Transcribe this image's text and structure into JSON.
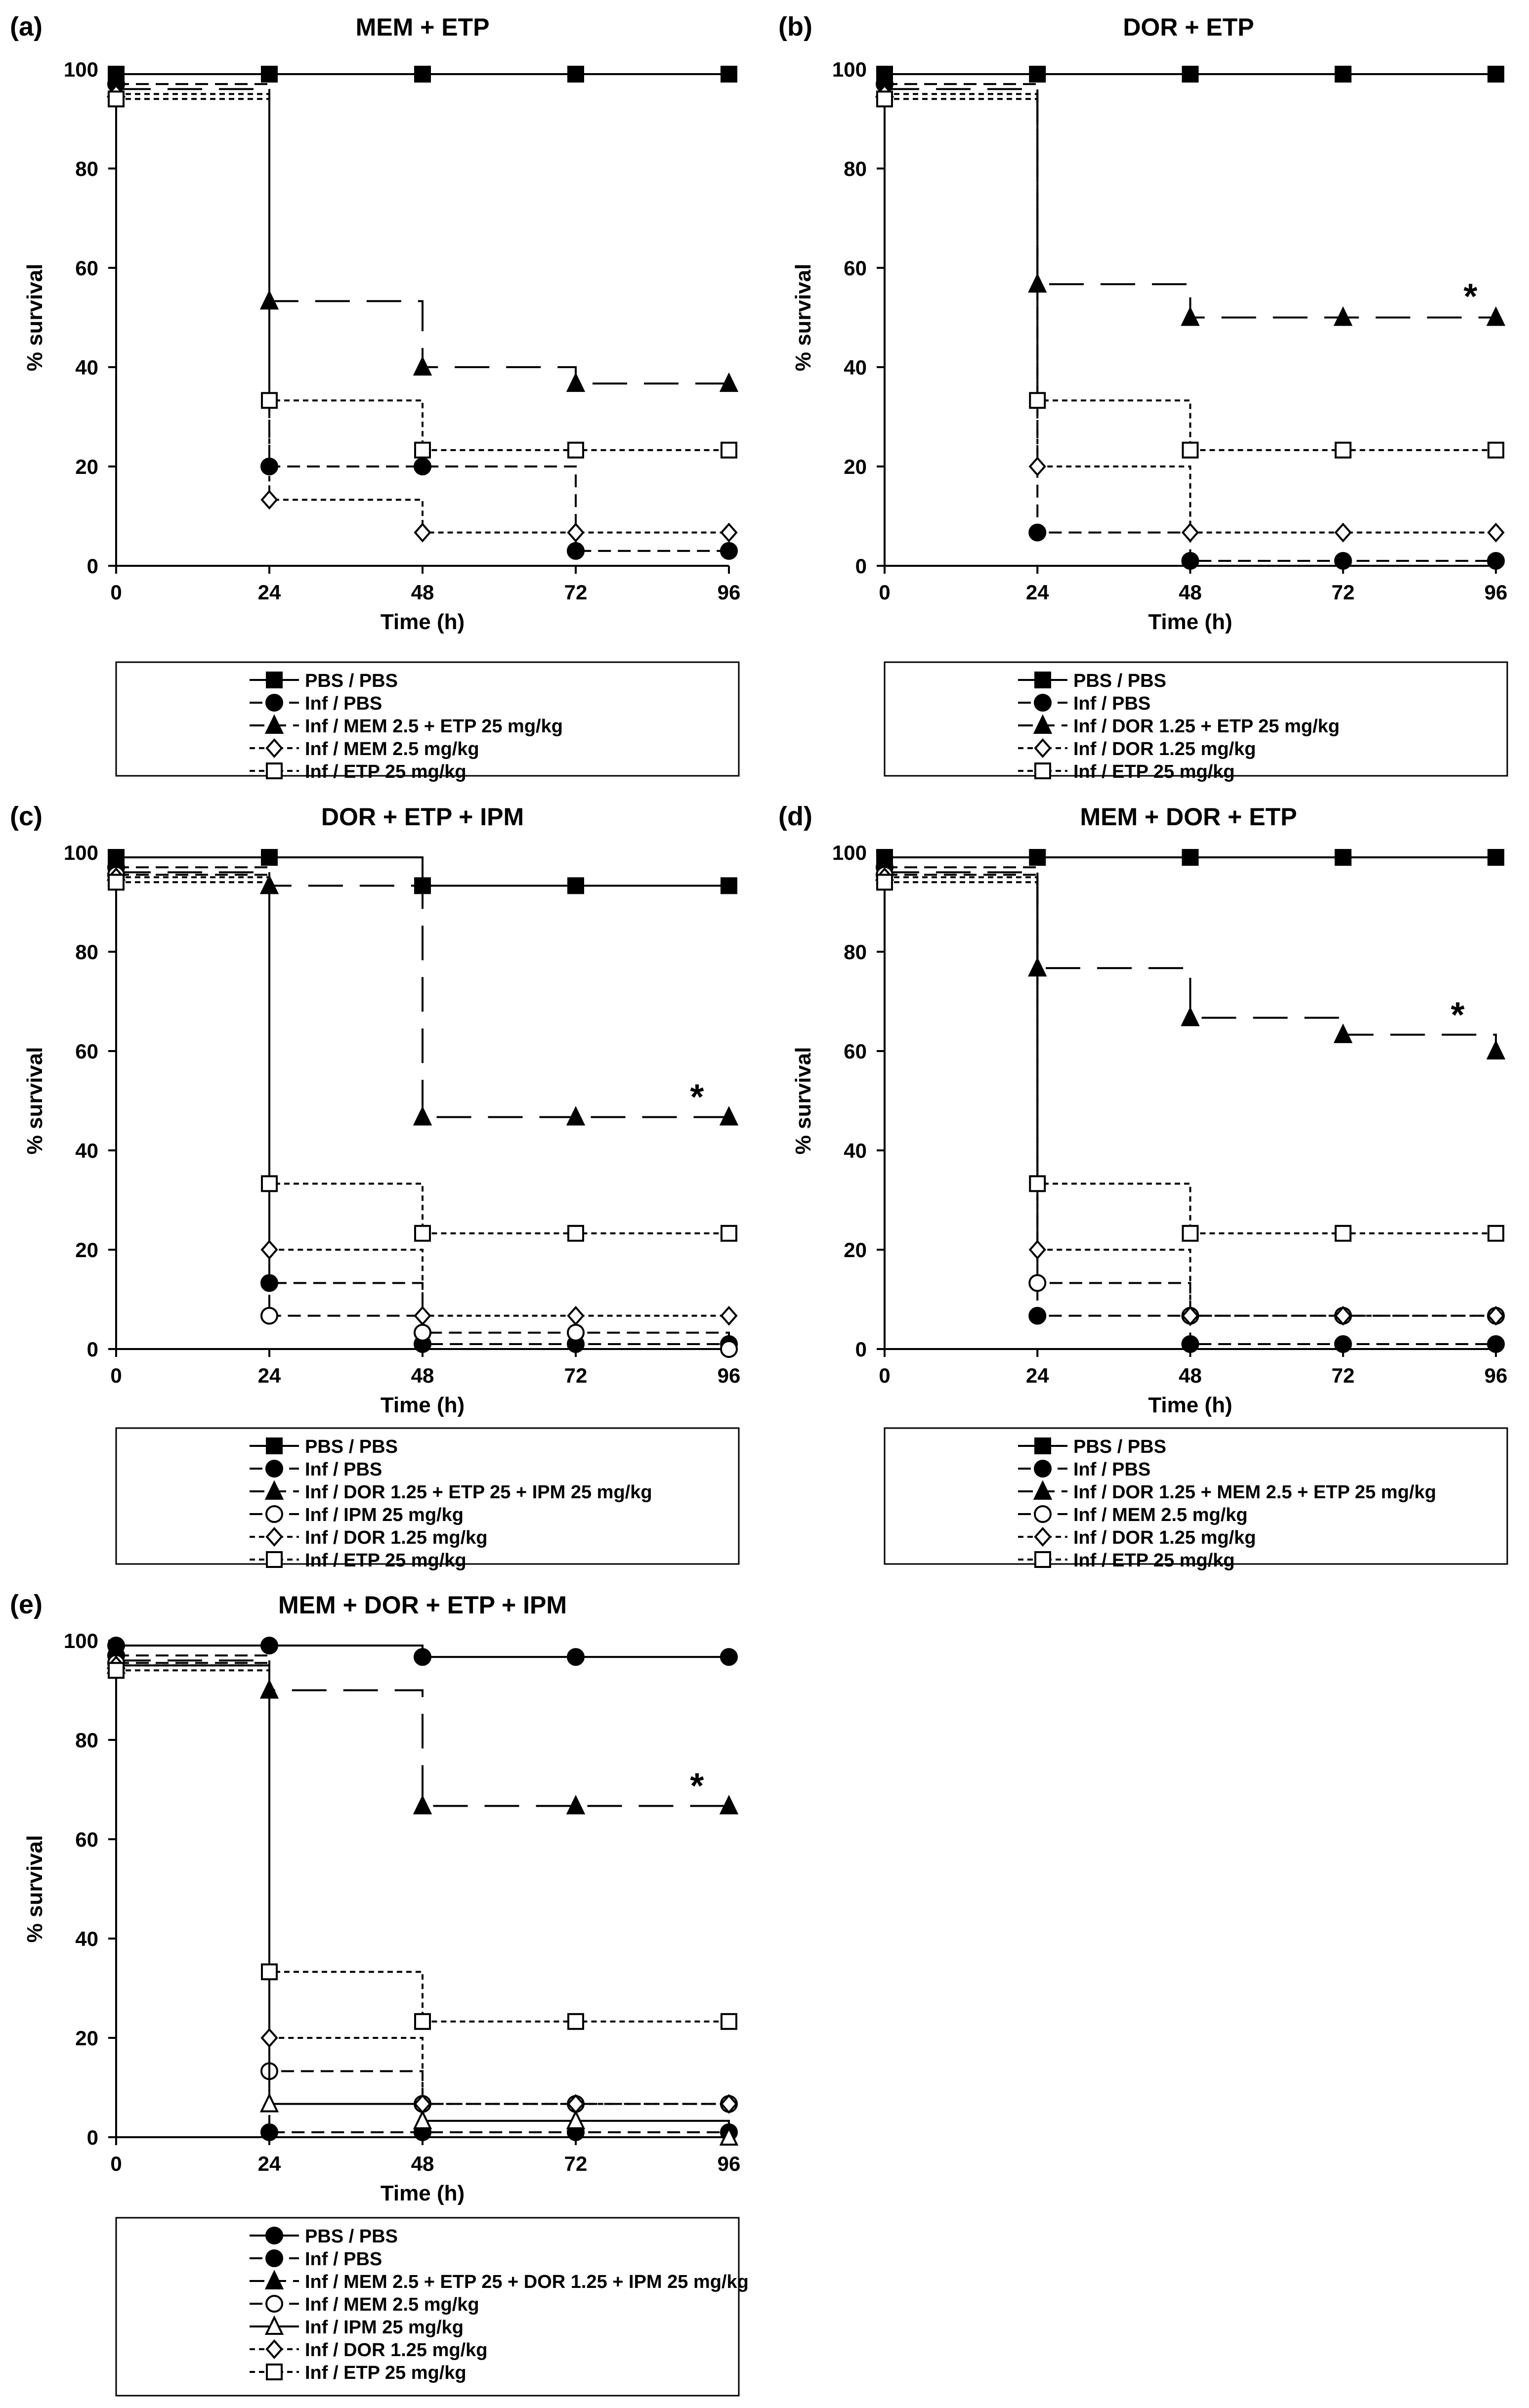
{
  "chart_data": [
    {
      "panel": "(a)",
      "title": "MEM + ETP",
      "type": "line",
      "xlabel": "Time (h)",
      "ylabel": "% survival",
      "xticks": [
        0,
        24,
        48,
        72,
        96
      ],
      "yticks": [
        0,
        20,
        40,
        60,
        80,
        100
      ],
      "xlim": [
        0,
        96
      ],
      "ylim": [
        0,
        100
      ],
      "legend_position": "below",
      "annotations": [],
      "series": [
        {
          "name": "PBS / PBS",
          "marker": "square-filled",
          "dash": "solid",
          "x": [
            0,
            24,
            48,
            72,
            96
          ],
          "y": [
            99,
            99,
            99,
            99,
            99
          ]
        },
        {
          "name": "Inf / PBS",
          "marker": "circle-filled",
          "dash": "dash",
          "x": [
            0,
            24,
            48,
            72,
            96
          ],
          "y": [
            97,
            20,
            20,
            3,
            3
          ]
        },
        {
          "name": "Inf / MEM 2.5 + ETP 25 mg/kg",
          "marker": "triangle-filled",
          "dash": "longdash",
          "x": [
            0,
            24,
            48,
            72,
            96
          ],
          "y": [
            96,
            53.3,
            40,
            36.7,
            36.7
          ]
        },
        {
          "name": "Inf / MEM 2.5 mg/kg",
          "marker": "diamond-open",
          "dash": "dot",
          "x": [
            0,
            24,
            48,
            72,
            96
          ],
          "y": [
            95,
            13.3,
            6.7,
            6.7,
            6.7
          ]
        },
        {
          "name": "Inf / ETP 25 mg/kg",
          "marker": "square-open",
          "dash": "dot",
          "x": [
            0,
            24,
            48,
            72,
            96
          ],
          "y": [
            94,
            33.3,
            23.3,
            23.3,
            23.3
          ]
        }
      ]
    },
    {
      "panel": "(b)",
      "title": "DOR + ETP",
      "type": "line",
      "xlabel": "Time (h)",
      "ylabel": "% survival",
      "xticks": [
        0,
        24,
        48,
        72,
        96
      ],
      "yticks": [
        0,
        20,
        40,
        60,
        80,
        100
      ],
      "xlim": [
        0,
        96
      ],
      "ylim": [
        0,
        100
      ],
      "legend_position": "below",
      "annotations": [
        {
          "text": "*",
          "x": 92,
          "y": 54
        }
      ],
      "series": [
        {
          "name": "PBS / PBS",
          "marker": "square-filled",
          "dash": "solid",
          "x": [
            0,
            24,
            48,
            72,
            96
          ],
          "y": [
            99,
            99,
            99,
            99,
            99
          ]
        },
        {
          "name": "Inf / PBS",
          "marker": "circle-filled",
          "dash": "dash",
          "x": [
            0,
            24,
            48,
            72,
            96
          ],
          "y": [
            97,
            6.7,
            1,
            1,
            1
          ]
        },
        {
          "name": "Inf / DOR 1.25 + ETP 25 mg/kg",
          "marker": "triangle-filled",
          "dash": "longdash",
          "x": [
            0,
            24,
            48,
            72,
            96
          ],
          "y": [
            96,
            56.7,
            50,
            50,
            50
          ]
        },
        {
          "name": "Inf / DOR 1.25 mg/kg",
          "marker": "diamond-open",
          "dash": "dot",
          "x": [
            0,
            24,
            48,
            72,
            96
          ],
          "y": [
            95,
            20,
            6.7,
            6.7,
            6.7
          ]
        },
        {
          "name": "Inf / ETP 25 mg/kg",
          "marker": "square-open",
          "dash": "dot",
          "x": [
            0,
            24,
            48,
            72,
            96
          ],
          "y": [
            94,
            33.3,
            23.3,
            23.3,
            23.3
          ]
        }
      ]
    },
    {
      "panel": "(c)",
      "title": "DOR + ETP + IPM",
      "type": "line",
      "xlabel": "Time (h)",
      "ylabel": "% survival",
      "xticks": [
        0,
        24,
        48,
        72,
        96
      ],
      "yticks": [
        0,
        20,
        40,
        60,
        80,
        100
      ],
      "xlim": [
        0,
        96
      ],
      "ylim": [
        0,
        100
      ],
      "legend_position": "below",
      "annotations": [
        {
          "text": "*",
          "x": 91,
          "y": 50.5
        }
      ],
      "series": [
        {
          "name": "PBS / PBS",
          "marker": "square-filled",
          "dash": "solid",
          "x": [
            0,
            24,
            48,
            72,
            96
          ],
          "y": [
            99,
            99,
            93.3,
            93.3,
            93.3
          ]
        },
        {
          "name": "Inf / PBS",
          "marker": "circle-filled",
          "dash": "dash",
          "x": [
            0,
            24,
            48,
            72,
            96
          ],
          "y": [
            97,
            13.3,
            1,
            1,
            1
          ]
        },
        {
          "name": "Inf / DOR 1.25 + ETP 25 + IPM 25 mg/kg",
          "marker": "triangle-filled",
          "dash": "longdash",
          "x": [
            0,
            24,
            48,
            72,
            96
          ],
          "y": [
            96,
            93.3,
            46.7,
            46.7,
            46.7
          ]
        },
        {
          "name": "Inf / IPM 25 mg/kg",
          "marker": "circle-open",
          "dash": "dash",
          "x": [
            0,
            24,
            48,
            72,
            96
          ],
          "y": [
            95.5,
            6.7,
            3.3,
            3.3,
            0
          ]
        },
        {
          "name": "Inf / DOR 1.25 mg/kg",
          "marker": "diamond-open",
          "dash": "dot",
          "x": [
            0,
            24,
            48,
            72,
            96
          ],
          "y": [
            95,
            20,
            6.7,
            6.7,
            6.7
          ]
        },
        {
          "name": "Inf / ETP 25 mg/kg",
          "marker": "square-open",
          "dash": "dot",
          "x": [
            0,
            24,
            48,
            72,
            96
          ],
          "y": [
            94,
            33.3,
            23.3,
            23.3,
            23.3
          ]
        }
      ]
    },
    {
      "panel": "(d)",
      "title": "MEM + DOR + ETP",
      "type": "line",
      "xlabel": "Time (h)",
      "ylabel": "% survival",
      "xticks": [
        0,
        24,
        48,
        72,
        96
      ],
      "yticks": [
        0,
        20,
        40,
        60,
        80,
        100
      ],
      "xlim": [
        0,
        96
      ],
      "ylim": [
        0,
        100
      ],
      "legend_position": "below",
      "annotations": [
        {
          "text": "*",
          "x": 90,
          "y": 67
        }
      ],
      "series": [
        {
          "name": "PBS / PBS",
          "marker": "square-filled",
          "dash": "solid",
          "x": [
            0,
            24,
            48,
            72,
            96
          ],
          "y": [
            99,
            99,
            99,
            99,
            99
          ]
        },
        {
          "name": "Inf / PBS",
          "marker": "circle-filled",
          "dash": "dash",
          "x": [
            0,
            24,
            48,
            72,
            96
          ],
          "y": [
            97,
            6.7,
            1,
            1,
            1
          ]
        },
        {
          "name": "Inf / DOR 1.25 + MEM 2.5 + ETP 25 mg/kg",
          "marker": "triangle-filled",
          "dash": "longdash",
          "x": [
            0,
            24,
            48,
            72,
            96
          ],
          "y": [
            96,
            76.7,
            66.7,
            63.3,
            60
          ]
        },
        {
          "name": "Inf / MEM 2.5 mg/kg",
          "marker": "circle-open",
          "dash": "dash",
          "x": [
            0,
            24,
            48,
            72,
            96
          ],
          "y": [
            95.5,
            13.3,
            6.7,
            6.7,
            6.7
          ]
        },
        {
          "name": "Inf / DOR 1.25 mg/kg",
          "marker": "diamond-open",
          "dash": "dot",
          "x": [
            0,
            24,
            48,
            72,
            96
          ],
          "y": [
            95,
            20,
            6.7,
            6.7,
            6.7
          ]
        },
        {
          "name": "Inf / ETP 25 mg/kg",
          "marker": "square-open",
          "dash": "dot",
          "x": [
            0,
            24,
            48,
            72,
            96
          ],
          "y": [
            94,
            33.3,
            23.3,
            23.3,
            23.3
          ]
        }
      ]
    },
    {
      "panel": "(e)",
      "title": "MEM + DOR + ETP + IPM",
      "type": "line",
      "xlabel": "Time (h)",
      "ylabel": "% survival",
      "xticks": [
        0,
        24,
        48,
        72,
        96
      ],
      "yticks": [
        0,
        20,
        40,
        60,
        80,
        100
      ],
      "xlim": [
        0,
        96
      ],
      "ylim": [
        0,
        100
      ],
      "legend_position": "below",
      "annotations": [
        {
          "text": "*",
          "x": 91,
          "y": 70.5
        }
      ],
      "series": [
        {
          "name": "PBS / PBS",
          "marker": "circle-filled",
          "dash": "solid",
          "x": [
            0,
            24,
            48,
            72,
            96
          ],
          "y": [
            99,
            99,
            96.7,
            96.7,
            96.7
          ]
        },
        {
          "name": "Inf / PBS",
          "marker": "circle-filled",
          "dash": "dash",
          "x": [
            0,
            24,
            48,
            72,
            96
          ],
          "y": [
            97,
            1,
            1,
            1,
            1
          ]
        },
        {
          "name": "Inf / MEM 2.5 + ETP 25 + DOR 1.25 + IPM 25 mg/kg",
          "marker": "triangle-filled",
          "dash": "longdash",
          "x": [
            0,
            24,
            48,
            72,
            96
          ],
          "y": [
            96,
            90,
            66.7,
            66.7,
            66.7
          ]
        },
        {
          "name": "Inf / MEM 2.5 mg/kg",
          "marker": "circle-open",
          "dash": "dash",
          "x": [
            0,
            24,
            48,
            72,
            96
          ],
          "y": [
            95.5,
            13.3,
            6.7,
            6.7,
            6.7
          ]
        },
        {
          "name": "Inf / IPM 25 mg/kg",
          "marker": "triangle-open",
          "dash": "solid",
          "x": [
            0,
            24,
            48,
            72,
            96
          ],
          "y": [
            95,
            6.7,
            3.3,
            3.3,
            0
          ]
        },
        {
          "name": "Inf / DOR 1.25 mg/kg",
          "marker": "diamond-open",
          "dash": "dot",
          "x": [
            0,
            24,
            48,
            72,
            96
          ],
          "y": [
            95,
            20,
            6.7,
            6.7,
            6.7
          ]
        },
        {
          "name": "Inf / ETP 25 mg/kg",
          "marker": "square-open",
          "dash": "dot",
          "x": [
            0,
            24,
            48,
            72,
            96
          ],
          "y": [
            94,
            33.3,
            23.3,
            23.3,
            23.3
          ]
        }
      ]
    }
  ]
}
